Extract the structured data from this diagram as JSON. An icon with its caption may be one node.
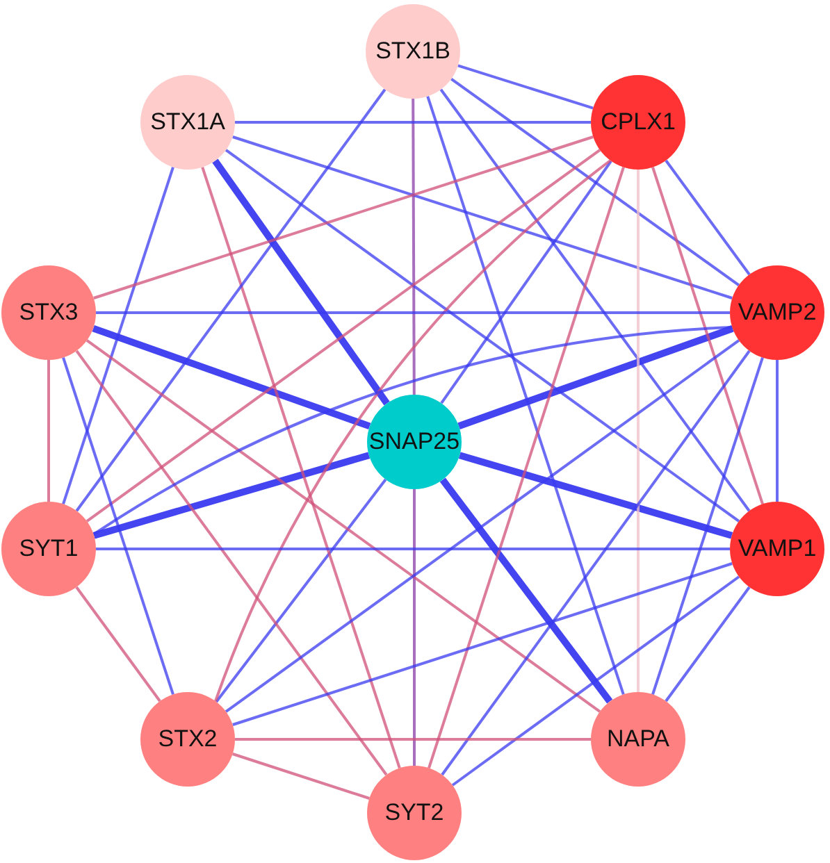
{
  "diagram": {
    "nodes": [
      {
        "text": [
          "STX1B"
        ]
      },
      {
        "text": [
          "STX1A"
        ]
      },
      {
        "text": [
          "CPLX1"
        ]
      },
      {
        "text": [
          "STX3"
        ]
      },
      {
        "text": [
          "VAMP2"
        ]
      },
      {
        "text": [
          "SNAP25"
        ]
      },
      {
        "text": [
          "SYT1"
        ]
      },
      {
        "text": [
          "VAMP1"
        ]
      },
      {
        "text": [
          "STX2"
        ]
      },
      {
        "text": [
          "NAPA"
        ]
      },
      {
        "text": [
          "SYT2"
        ]
      }
    ],
    "edges": [
      {
        "from": 5,
        "to": 1,
        "arrow": "none",
        "style": "thick"
      },
      {
        "from": 5,
        "to": 0,
        "arrow": "none",
        "color": "#8a3fa8"
      },
      {
        "from": 5,
        "to": 2,
        "arrow": "none"
      },
      {
        "from": 5,
        "to": 3,
        "arrow": "none",
        "style": "thick"
      },
      {
        "from": 5,
        "to": 4,
        "arrow": "none",
        "style": "thick"
      },
      {
        "from": 5,
        "to": 6,
        "arrow": "none",
        "style": "thick"
      },
      {
        "from": 5,
        "to": 7,
        "arrow": "none",
        "style": "thick"
      },
      {
        "from": 5,
        "to": 8,
        "arrow": "none"
      },
      {
        "from": 5,
        "to": 9,
        "arrow": "none",
        "style": "thick"
      },
      {
        "from": 5,
        "to": 10,
        "arrow": "none",
        "color": "#8a3fa8"
      },
      {
        "from": 1,
        "to": 2,
        "arrow": "none"
      },
      {
        "from": 1,
        "to": 4,
        "arrow": "none"
      },
      {
        "from": 1,
        "to": 7,
        "arrow": "none"
      },
      {
        "from": 1,
        "to": 6,
        "arrow": "none"
      },
      {
        "from": 1,
        "to": 10,
        "arrow": "none",
        "color": "#d05078"
      },
      {
        "from": 0,
        "to": 2,
        "arrow": "none"
      },
      {
        "from": 0,
        "to": 4,
        "arrow": "none"
      },
      {
        "from": 0,
        "to": 7,
        "arrow": "none"
      },
      {
        "from": 0,
        "to": 9,
        "arrow": "none"
      },
      {
        "from": 0,
        "to": 6,
        "arrow": "none"
      },
      {
        "from": 2,
        "to": 3,
        "arrow": "none",
        "color": "#d05078"
      },
      {
        "from": 2,
        "to": 6,
        "arrow": "none",
        "color": "#d05078"
      },
      {
        "from": 2,
        "to": 8,
        "arrow": "none",
        "color": "#d05078"
      },
      {
        "from": 2,
        "to": 10,
        "arrow": "none",
        "color": "#d05078"
      },
      {
        "from": 2,
        "to": 4,
        "arrow": "none"
      },
      {
        "from": 2,
        "to": 7,
        "arrow": "none",
        "color": "#d05078"
      },
      {
        "from": 2,
        "to": 9,
        "arrow": "none",
        "color": "#f0c0c8"
      },
      {
        "from": 3,
        "to": 4,
        "arrow": "none"
      },
      {
        "from": 3,
        "to": 6,
        "arrow": "none",
        "color": "#d05078"
      },
      {
        "from": 3,
        "to": 8,
        "arrow": "none"
      },
      {
        "from": 3,
        "to": 10,
        "arrow": "none",
        "color": "#d05078"
      },
      {
        "from": 3,
        "to": 9,
        "arrow": "none",
        "color": "#d05078"
      },
      {
        "from": 4,
        "to": 7,
        "arrow": "none"
      },
      {
        "from": 4,
        "to": 6,
        "arrow": "none"
      },
      {
        "from": 4,
        "to": 8,
        "arrow": "none"
      },
      {
        "from": 4,
        "to": 10,
        "arrow": "none"
      },
      {
        "from": 4,
        "to": 9,
        "arrow": "none"
      },
      {
        "from": 6,
        "to": 7,
        "arrow": "none"
      },
      {
        "from": 6,
        "to": 8,
        "arrow": "none",
        "color": "#d05078"
      },
      {
        "from": 7,
        "to": 8,
        "arrow": "none"
      },
      {
        "from": 7,
        "to": 10,
        "arrow": "none"
      },
      {
        "from": 7,
        "to": 9,
        "arrow": "none"
      },
      {
        "from": 8,
        "to": 10,
        "arrow": "none",
        "color": "#d05078"
      },
      {
        "from": 8,
        "to": 9,
        "arrow": "none",
        "color": "#d05078"
      }
    ]
  }
}
